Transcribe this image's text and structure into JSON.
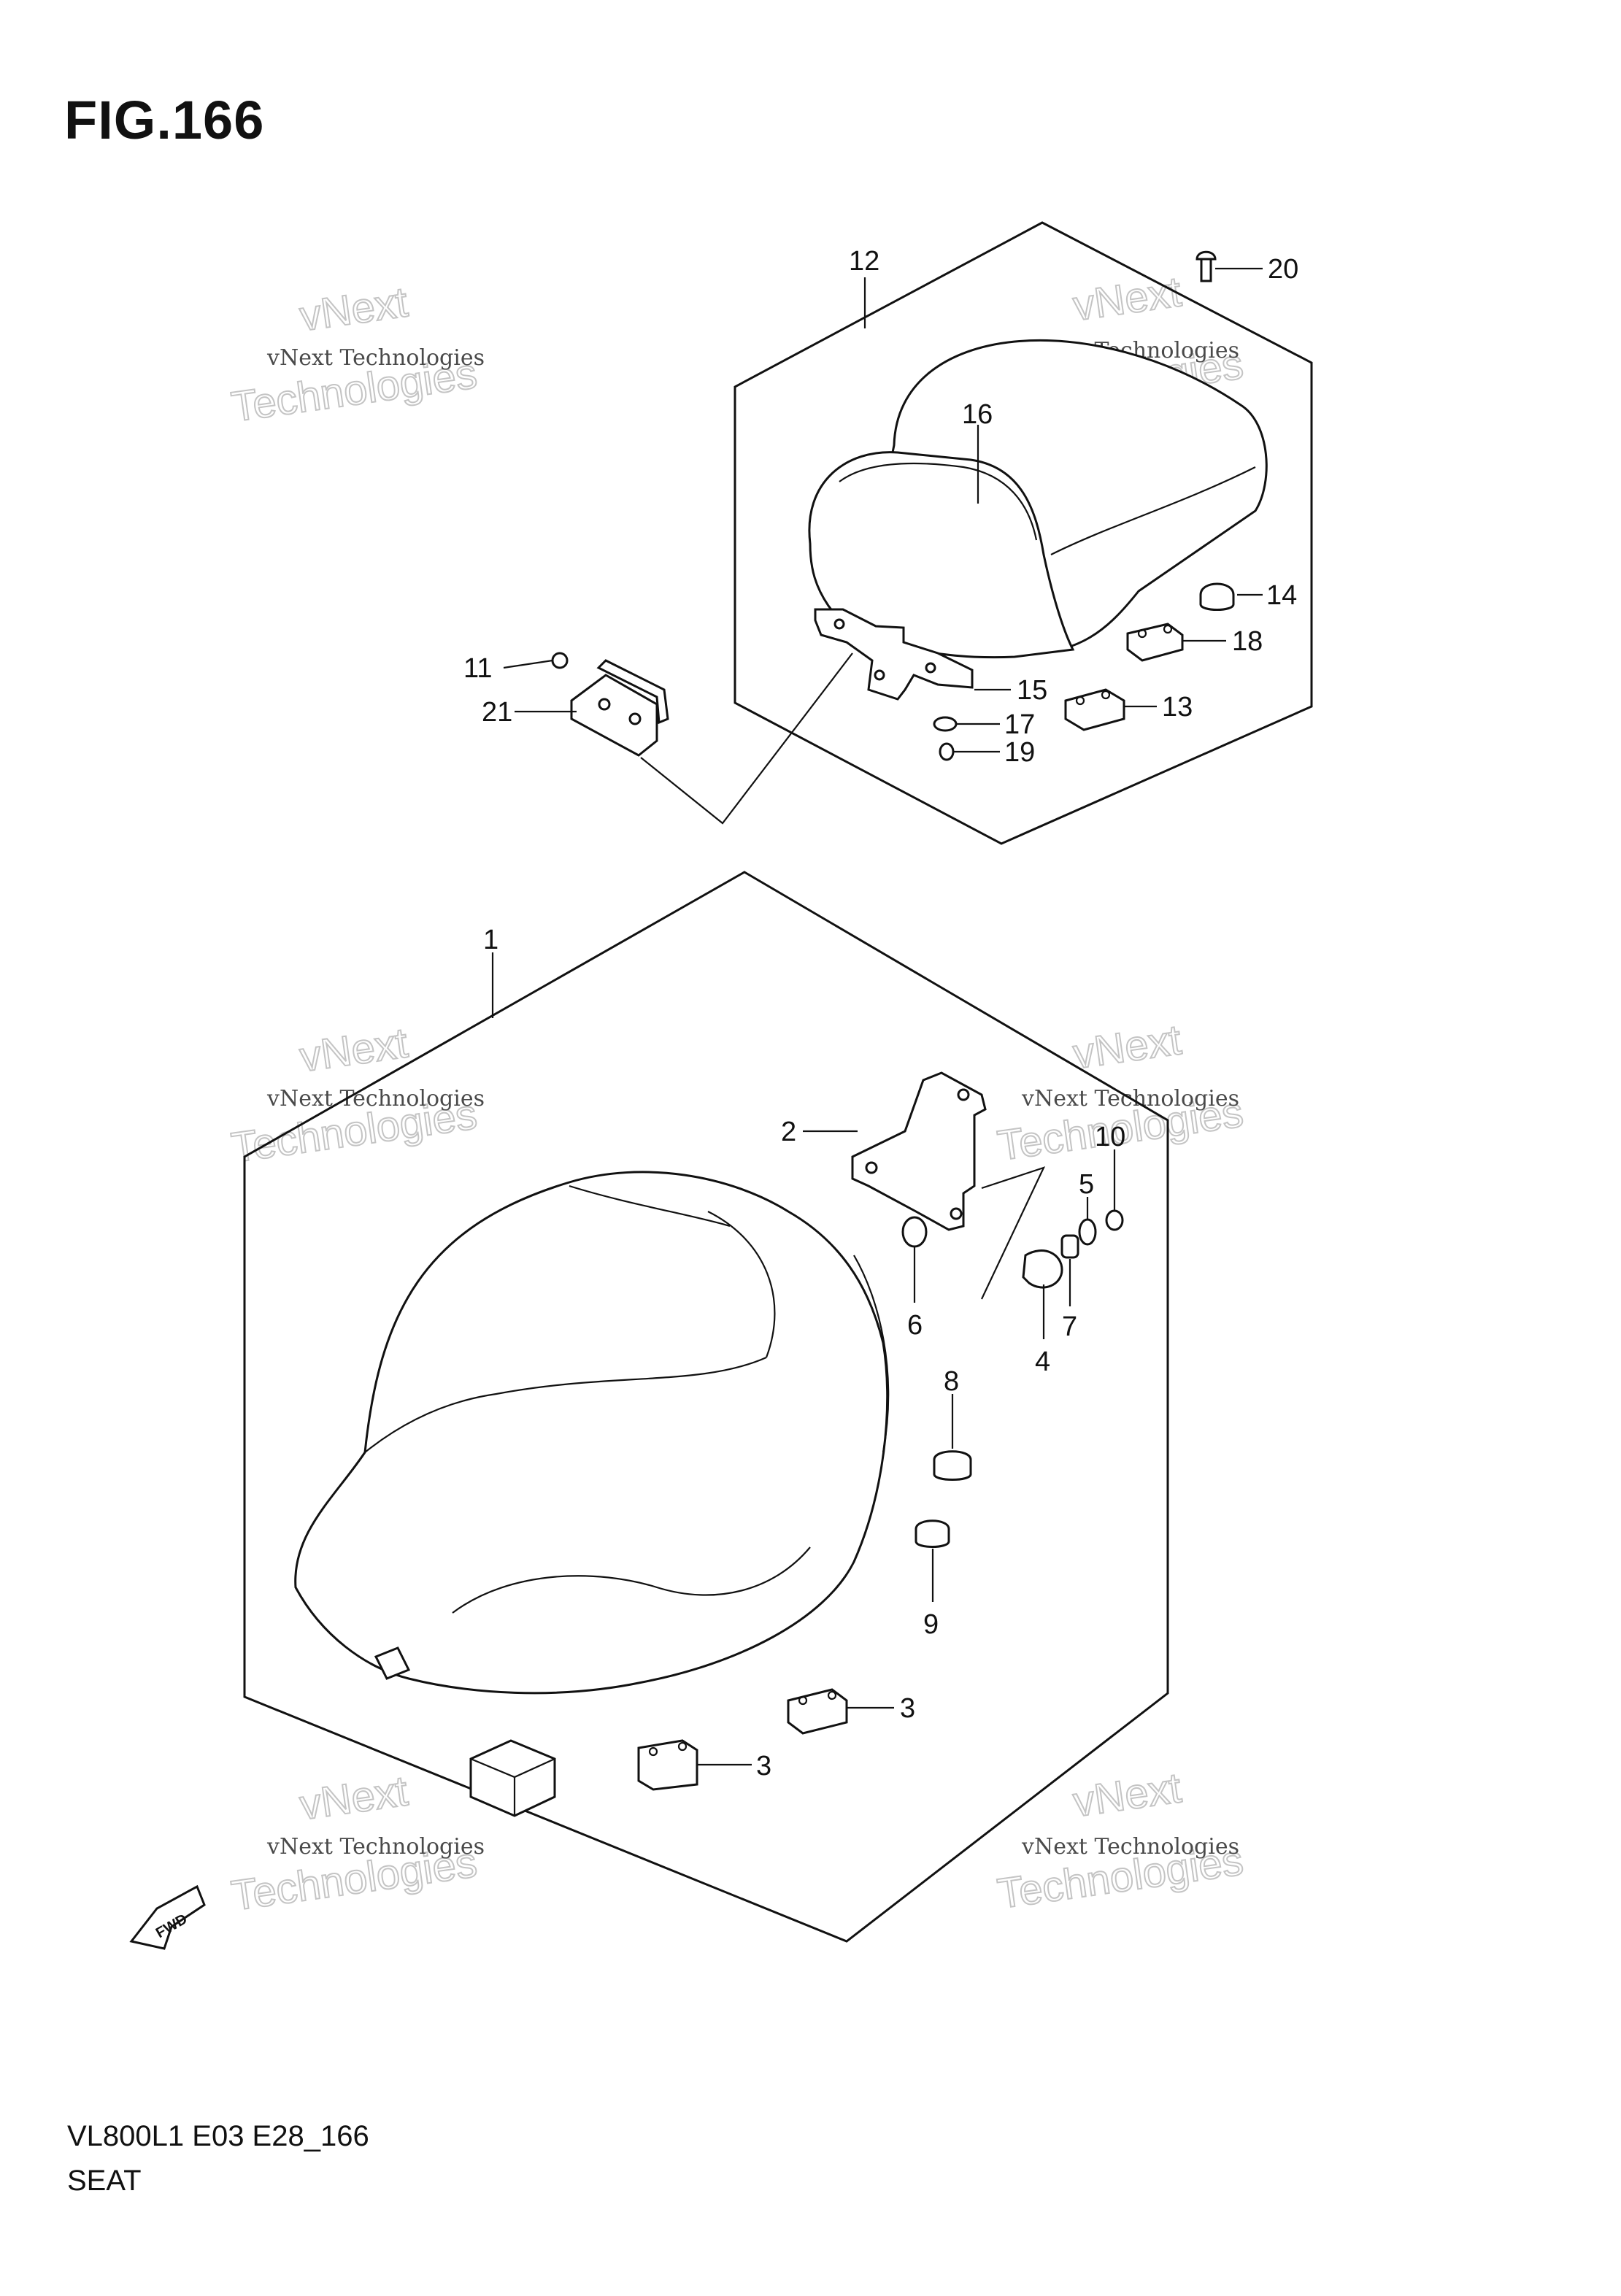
{
  "figure": {
    "title": "FIG.166",
    "model_code": "VL800L1 E03 E28_166",
    "section_name": "SEAT"
  },
  "watermark": {
    "line1": "vNext Technologies",
    "line2": "Technologies",
    "line3": "vNext"
  },
  "fwd_marker": {
    "text": "FWD"
  },
  "callouts": {
    "c1": "1",
    "c2": "2",
    "c3a": "3",
    "c3b": "3",
    "c4": "4",
    "c5": "5",
    "c6": "6",
    "c7": "7",
    "c8": "8",
    "c9": "9",
    "c10": "10",
    "c11": "11",
    "c12": "12",
    "c13": "13",
    "c14": "14",
    "c15": "15",
    "c16": "16",
    "c17": "17",
    "c18": "18",
    "c19": "19",
    "c20": "20",
    "c21": "21"
  }
}
